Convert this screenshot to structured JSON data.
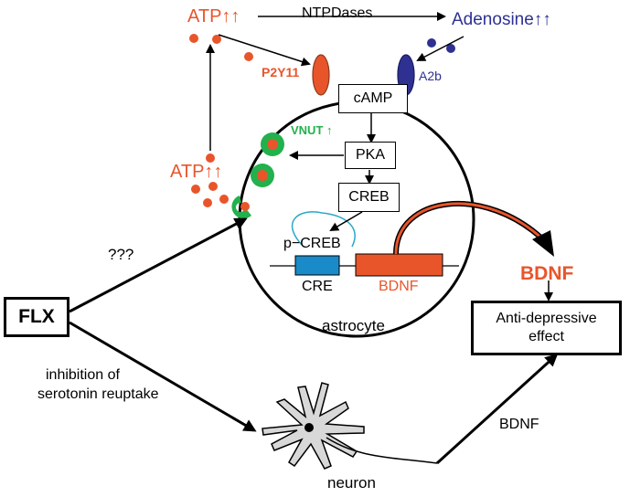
{
  "colors": {
    "atp": "#E8552B",
    "adenosine": "#2E3192",
    "vnut": "#22B14C",
    "bdnf": "#E8552B",
    "cre": "#1A8AC8",
    "neuron_fill": "#D8D8D8",
    "pcreb_loop": "#2AA7C9"
  },
  "labels": {
    "atp_top": "ATP↑↑",
    "ntpdases": "NTPDases",
    "adenosine": "Adenosine↑↑",
    "p2y11": "P2Y11",
    "a2b": "A2b",
    "camp": "cAMP",
    "vnut": "VNUT ↑",
    "pka": "PKA",
    "atp_mid": "ATP↑↑",
    "creb": "CREB",
    "unknown": "???",
    "pcreb": "p−CREB",
    "cre": "CRE",
    "bdnf_gene": "BDNF",
    "bdnf_out": "BDNF",
    "flx": "FLX",
    "antidepressive_line1": "Anti-depressive",
    "antidepressive_line2": "effect",
    "astrocyte": "astrocyte",
    "inhibition_line1": "inhibition of",
    "inhibition_line2": "serotonin reuptake",
    "bdnf_neuron": "BDNF",
    "neuron": "neuron"
  }
}
